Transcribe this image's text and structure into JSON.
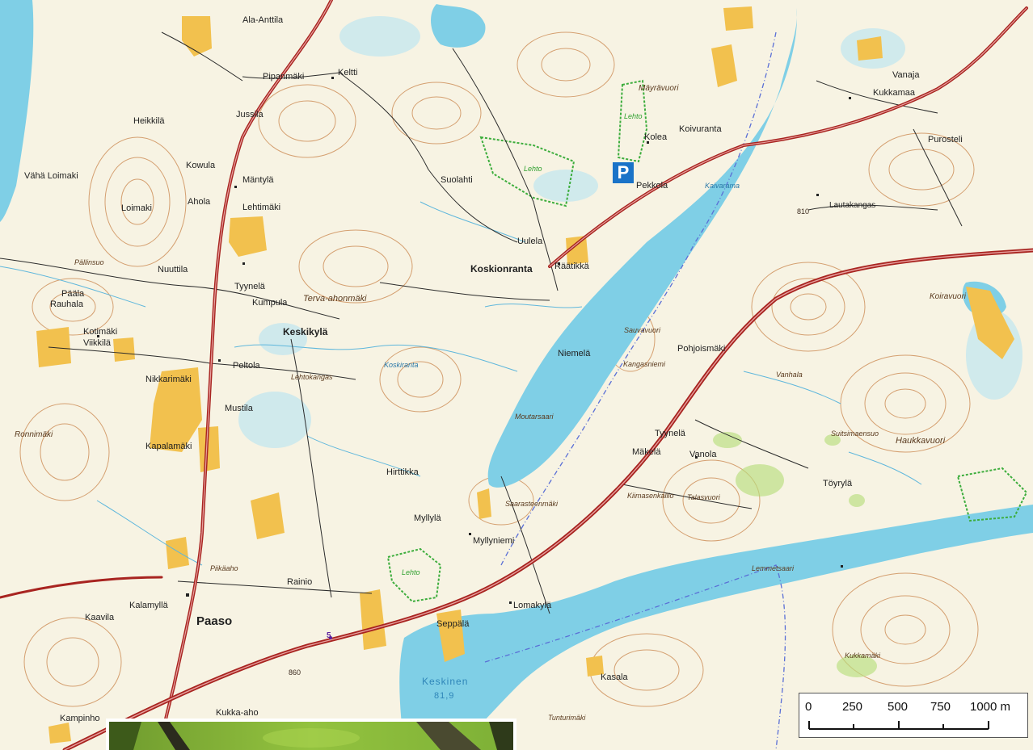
{
  "labels": {
    "ala_antila": "Ala-Anttila",
    "pipanmaki": "Pipanmäki",
    "keltti": "Keltti",
    "jussila": "Jussila",
    "heikkila": "Heikkilä",
    "kowula": "Kowula",
    "manty": "Mäntylä",
    "lehtimaki": "Lehtimäki",
    "vaha_loimaki": "Vähä Loimaki",
    "loimaki": "Loimaki",
    "ahola": "Ahola",
    "suolahti": "Suolahti",
    "uulela": "Uulela",
    "raatikka": "Räätikkä",
    "koskionranta": "Koskionranta",
    "pellinsuo": "Pällinsuo",
    "nuutila": "Nuuttila",
    "tyynela": "Tyynelä",
    "kumpula": "Kumpula",
    "terva_ahonmaki": "Terva-ahonmäki",
    "keskikyla": "Keskikylä",
    "paalila": "Pääla",
    "rauhala": "Rauhala",
    "viikkila": "Viikkilä",
    "kotimaki": "Kotimäki",
    "nikkarimaki": "Nikkarimäki",
    "peltola": "Peltola",
    "lehtokangas": "Lehtokangas",
    "niemela": "Niemelä",
    "ronnimaki": "Ronnimäki",
    "kapalamaki": "Kapalamäki",
    "mustila": "Mustila",
    "koskiranta": "Koskiranta",
    "moutarsaari": "Moutarsaari",
    "hirttikka": "Hirttikka",
    "myllyla": "Myllylä",
    "myllyniemi": "Myllyniemi",
    "paaso": "Paaso",
    "rainio": "Rainio",
    "piikaaho": "Piikäaho",
    "kalamylla": "Kalamyllä",
    "kaavila": "Kaavila",
    "seppala": "Seppälä",
    "lemakyla": "Lomakylä",
    "kampinmaki": "Kampinho",
    "kukka_aho": "Kukka-aho",
    "keskinen": "Keskinen",
    "keskinen_num": "81,9",
    "sauvavuori": "Sauvavuori",
    "pohjoisniity": "Pohjoismäki",
    "kangasniemi": "Kangasniemi",
    "tyynela2": "Tyynelä",
    "vanola": "Vanola",
    "makela": "Mäkelä",
    "kiimasenkallio": "Kiimasenkallio",
    "talasvuori": "Talasvuori",
    "koiravuori": "Koiravuori",
    "haukkavuori": "Haukkavuori",
    "lautakangas": "Lautakangas",
    "kukkamaa": "Kukkamaa",
    "vanaja": "Vanaja",
    "purosteli": "Purosteli",
    "koivuranta": "Koivuranta",
    "kolea": "Kolea",
    "pekkola": "Pekkola",
    "mayravuori": "Mäyrävuori",
    "kaivarama": "Kaivarama",
    "kasala": "Kasala",
    "tunturimaki": "Tunturimäki",
    "kukkamaki": "Kukkamäki",
    "lemmetsaari": "Lemmetsaari",
    "saarasteenmaki": "Saarasteenmäki",
    "toyryla": "Töyrylä",
    "suitsimaensuo": "Suitsimaensuo",
    "vanhala": "Vanhala",
    "num_810": "810",
    "num_860": "860",
    "road_5": "5",
    "green_lehto": "Lehto",
    "green_lehto2": "Lehto",
    "green_lehto3": "Lehto"
  },
  "scale": {
    "ticks": [
      "0",
      "250",
      "500",
      "750",
      "1000 m"
    ]
  },
  "colors": {
    "land": "#f7f3e3",
    "water": "#7fcfe6",
    "contour": "#c9844a",
    "road_main": "#a82420",
    "field": "#f2c14e",
    "marsh": "#7dc4dc",
    "green_area": "#3cad3c",
    "border": "#5a6fd6"
  }
}
